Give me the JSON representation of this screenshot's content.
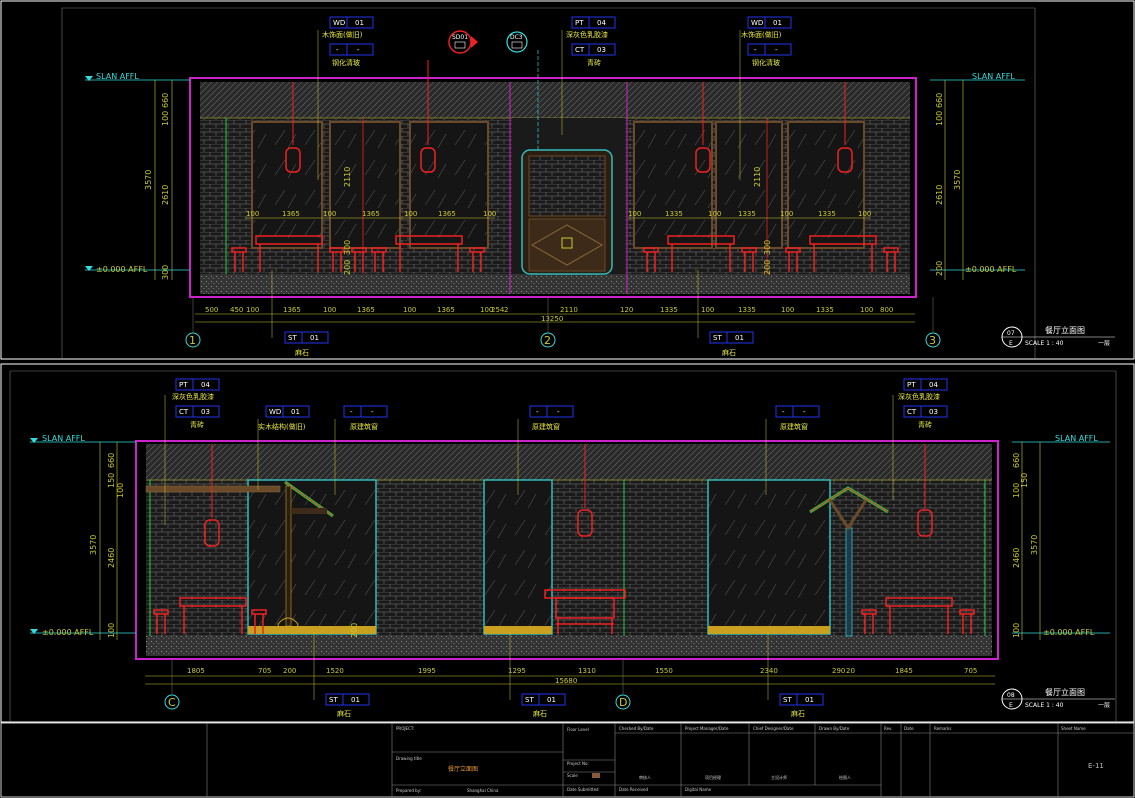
{
  "colors": {
    "frame": "#ffffff",
    "wall_outline": "#cc22cc",
    "brick": "#8a8a8a",
    "dim": "#c9c930",
    "tag_box": "#2233ee",
    "tag_text": "#ffffff",
    "note": "#e8e840",
    "axis_circle": "#33dddd",
    "lantern": "#ee2222",
    "furniture": "#ee2222",
    "glass": "#33bbbb",
    "green": "#22cc44",
    "level": "#33dddd"
  },
  "top": {
    "level_top": "SLAN AFFL",
    "level_bottom": "±0.000 AFFL",
    "tags": [
      {
        "code": "WD",
        "num": "01",
        "sub": "木饰面(做旧)",
        "code2": "-",
        "num2": "-",
        "sub2": "钢化清玻"
      },
      {
        "code": "PT",
        "num": "04",
        "sub": "深灰色乳胶漆",
        "code2": "CT",
        "num2": "03",
        "sub2": "青砖"
      },
      {
        "code": "WD",
        "num": "01",
        "sub": "木饰面(做旧)",
        "code2": "-",
        "num2": "-",
        "sub2": "钢化清玻"
      }
    ],
    "sym_sd": "SD01",
    "sym_dc": "DC3",
    "bottom_tags": [
      {
        "code": "ST",
        "num": "01",
        "sub": "麻石"
      },
      {
        "code": "ST",
        "num": "01",
        "sub": "麻石"
      }
    ],
    "left_dims": [
      "660",
      "100",
      "2610",
      "3570",
      "300"
    ],
    "right_dims": [
      "660",
      "100",
      "2610",
      "3570",
      "200"
    ],
    "inner_vert": [
      "2110",
      "300",
      "200",
      "2110",
      "300",
      "200"
    ],
    "inner_dims_left": [
      "100",
      "1365",
      "100",
      "1365",
      "100",
      "1365",
      "100"
    ],
    "inner_dims_right": [
      "100",
      "1335",
      "100",
      "1335",
      "100",
      "1335",
      "100"
    ],
    "bottom_dims": [
      "500",
      "450",
      "100",
      "1365",
      "100",
      "1365",
      "100",
      "1365",
      "100",
      "254",
      "2",
      "2110",
      "120",
      "1335",
      "100",
      "1335",
      "100",
      "1335",
      "100",
      "800"
    ],
    "total": "13250",
    "axes": [
      "1",
      "2",
      "3"
    ],
    "title_num": "07",
    "title_sheet": "E",
    "title": "餐厅立面图",
    "scale": "SCALE 1 : 40",
    "floor": "一层"
  },
  "bottom": {
    "level_top": "SLAN AFFL",
    "level_bottom": "±0.000 AFFL",
    "tags": [
      {
        "code": "PT",
        "num": "04",
        "sub": "深灰色乳胶漆",
        "code2": "CT",
        "num2": "03",
        "sub2": "青砖"
      },
      {
        "code": "WD",
        "num": "01",
        "sub": "实木结构(做旧)"
      },
      {
        "code": "-",
        "num": "-",
        "sub": "原建筑窗"
      },
      {
        "code": "-",
        "num": "-",
        "sub": "原建筑窗"
      },
      {
        "code": "-",
        "num": "-",
        "sub": "原建筑窗"
      },
      {
        "code": "PT",
        "num": "04",
        "sub": "深灰色乳胶漆",
        "code2": "CT",
        "num2": "03",
        "sub2": "青砖"
      }
    ],
    "bottom_tags": [
      {
        "code": "ST",
        "num": "01",
        "sub": "麻石"
      },
      {
        "code": "ST",
        "num": "01",
        "sub": "麻石"
      },
      {
        "code": "ST",
        "num": "01",
        "sub": "麻石"
      }
    ],
    "left_dims": [
      "660",
      "150",
      "100",
      "2460",
      "3570",
      "100"
    ],
    "right_dims": [
      "660",
      "150",
      "100",
      "2460",
      "3570",
      "100"
    ],
    "inner_vert": [
      "200"
    ],
    "bottom_dims": [
      "1805",
      "705",
      "200",
      "1520",
      "1995",
      "1295",
      "1310",
      "1550",
      "2340",
      "290",
      "20",
      "1845",
      "705"
    ],
    "total": "15680",
    "axes": [
      "C",
      "D"
    ],
    "title_num": "08",
    "title_sheet": "E",
    "title": "餐厅立面图",
    "scale": "SCALE 1 : 40",
    "floor": "一层"
  },
  "titleblock": {
    "project": "PROJECT:",
    "drawing_title_label": "Drawing title",
    "drawing_title": "餐厅立面图",
    "prepared_label": "Prepared by:",
    "prepared_value": "Shanghai China",
    "floor_level": "Floor Level",
    "project_no": "Project No:",
    "scale": "Scale",
    "date_submitted": "Date Submitted",
    "checked": "Checked By/Date",
    "date_received": "Date Received",
    "pm": "Project Manager/Date",
    "digital": "Digital Name",
    "chief": "Chief Designer/Date",
    "drawn": "Drawn By/Date",
    "rev": "Rev.",
    "date": "Date",
    "remarks": "Remarks",
    "sheet_name": "Sheet Name",
    "sheet_no": "E-11",
    "sig1": "审核人",
    "sig2": "项目经理",
    "sig3": "主设计师",
    "sig4": "绘图人"
  }
}
